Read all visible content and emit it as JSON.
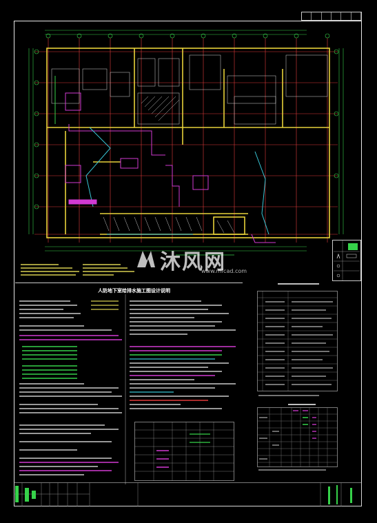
{
  "sheet": {
    "notes_title": "人防地下室给排水施工图设计说明",
    "watermark_text": "沐风网",
    "watermark_url": "www.mfcad.com"
  },
  "colors": {
    "background": "#000000",
    "grid_red": "#e23b3b",
    "wall_yellow": "#e8d23a",
    "pipe_magenta": "#d23ad2",
    "pipe_cyan": "#39c8d8",
    "pipe_green": "#36d24a",
    "frame_white": "#e8e8e8"
  },
  "icons": [
    "north-arrow-icon",
    "watermark-logo-icon"
  ]
}
